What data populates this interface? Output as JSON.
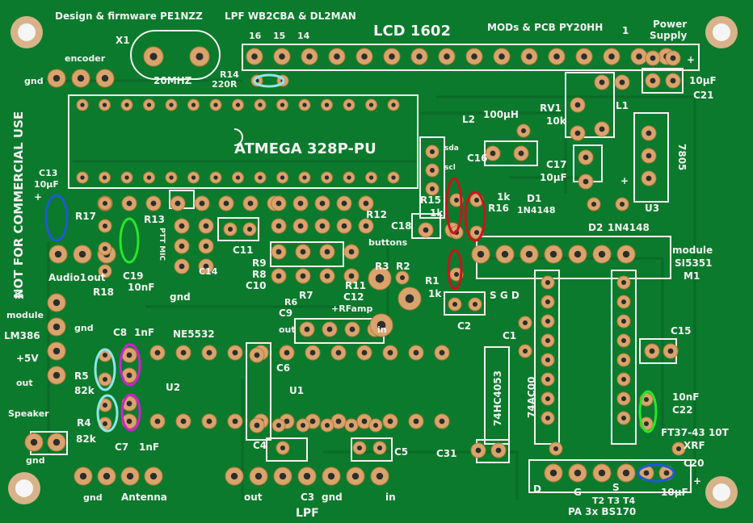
{
  "silkscreen": {
    "design_firmware": "Design & firmware PE1NZZ",
    "lpf_credits": "LPF WB2CBA & DL2MAN",
    "lcd": "LCD 1602",
    "mods_pcb": "MODs & PCB PY20HH",
    "power_supply_line1": "Power",
    "power_supply_line2": "Supply",
    "x1": "X1",
    "crystal": "20MHZ",
    "r14": "R14",
    "r14_value": "220R",
    "pin16": "16",
    "pin15": "15",
    "pin14": "14",
    "pin1": "1",
    "encoder": "encoder",
    "gnd": "gnd",
    "mcu": "ATMEGA 328P-PU",
    "not_commercial": "NOT FOR COMMERCIAL USE",
    "c13": "C13",
    "c13_value": "10µF",
    "r17": "R17",
    "r13": "R13",
    "ptt_mic": "PTT MIC",
    "c19": "C19",
    "c19_value": "10nF",
    "c14": "C14",
    "c11": "C11",
    "r9": "R9",
    "r8": "R8",
    "r7": "R7",
    "r6": "R6",
    "c10": "C10",
    "r12": "R12",
    "r11": "R11",
    "c12": "C12",
    "c9": "C9",
    "out": "out",
    "rf_amp": "+RFamp",
    "audio1": "Audio1",
    "in": "in",
    "r18": "R18",
    "module": "module",
    "lm386": "LM386",
    "plus5v": "+5V",
    "c8": "C8",
    "c8_value": "1nF",
    "ne5532": "NE5532",
    "r5": "R5",
    "r5_value": "82k",
    "u2": "U2",
    "r4": "R4",
    "r4_value": "82k",
    "c7": "C7",
    "c7_value": "1nF",
    "speaker": "Speaker",
    "c6": "C6",
    "u1": "U1",
    "c4": "C4",
    "c5": "C5",
    "c3": "C3",
    "antenna": "Antenna",
    "lpf": "LPF",
    "l2": "L2",
    "l2_value": "100µH",
    "rv1": "RV1",
    "rv1_value": "10k",
    "l1": "L1",
    "sda": "sda",
    "scl": "scl",
    "c16": "C16",
    "c17": "C17",
    "c17_value": "10µF",
    "reg": "7805",
    "u3": "U3",
    "r15": "R15",
    "r15_value": "1k",
    "r16": "R16",
    "r16_value": "1k",
    "d1": "D1",
    "d1_value": "1N4148",
    "d2": "D2",
    "d2_value": "1N4148",
    "c18": "C18",
    "buttons": "buttons",
    "r3": "R3",
    "r2": "R2",
    "r1": "R1",
    "r1_value": "1k",
    "sgd": "S G D",
    "c2": "C2",
    "c1": "C1",
    "ic_4053": "74HC4053",
    "ic_ac00": "74AC00",
    "module_si": "module",
    "si5351": "SI5351",
    "m1": "M1",
    "c15": "C15",
    "c22": "C22",
    "c22_value": "10nF",
    "ft37": "FT37-43 10T",
    "xrf": "XRF",
    "c20": "C20",
    "c20_value": "10µF",
    "c21": "C21",
    "c21_value": "10µF",
    "c31": "C31",
    "pa": "PA 3x BS170",
    "t_labels": "T2 T3 T4",
    "d_pin": "D",
    "g_pin": "G",
    "s_pin": "S",
    "plus": "+"
  },
  "colors": {
    "board": "#0b7a2c",
    "silk": "#f2f2f2",
    "pad": "#d9a46b",
    "red_mark": "#c8141e",
    "blue_mark": "#1e5ad2",
    "cyan_mark": "#8fe6ea",
    "magenta_mark": "#d21ed2",
    "green_mark": "#28e628"
  }
}
